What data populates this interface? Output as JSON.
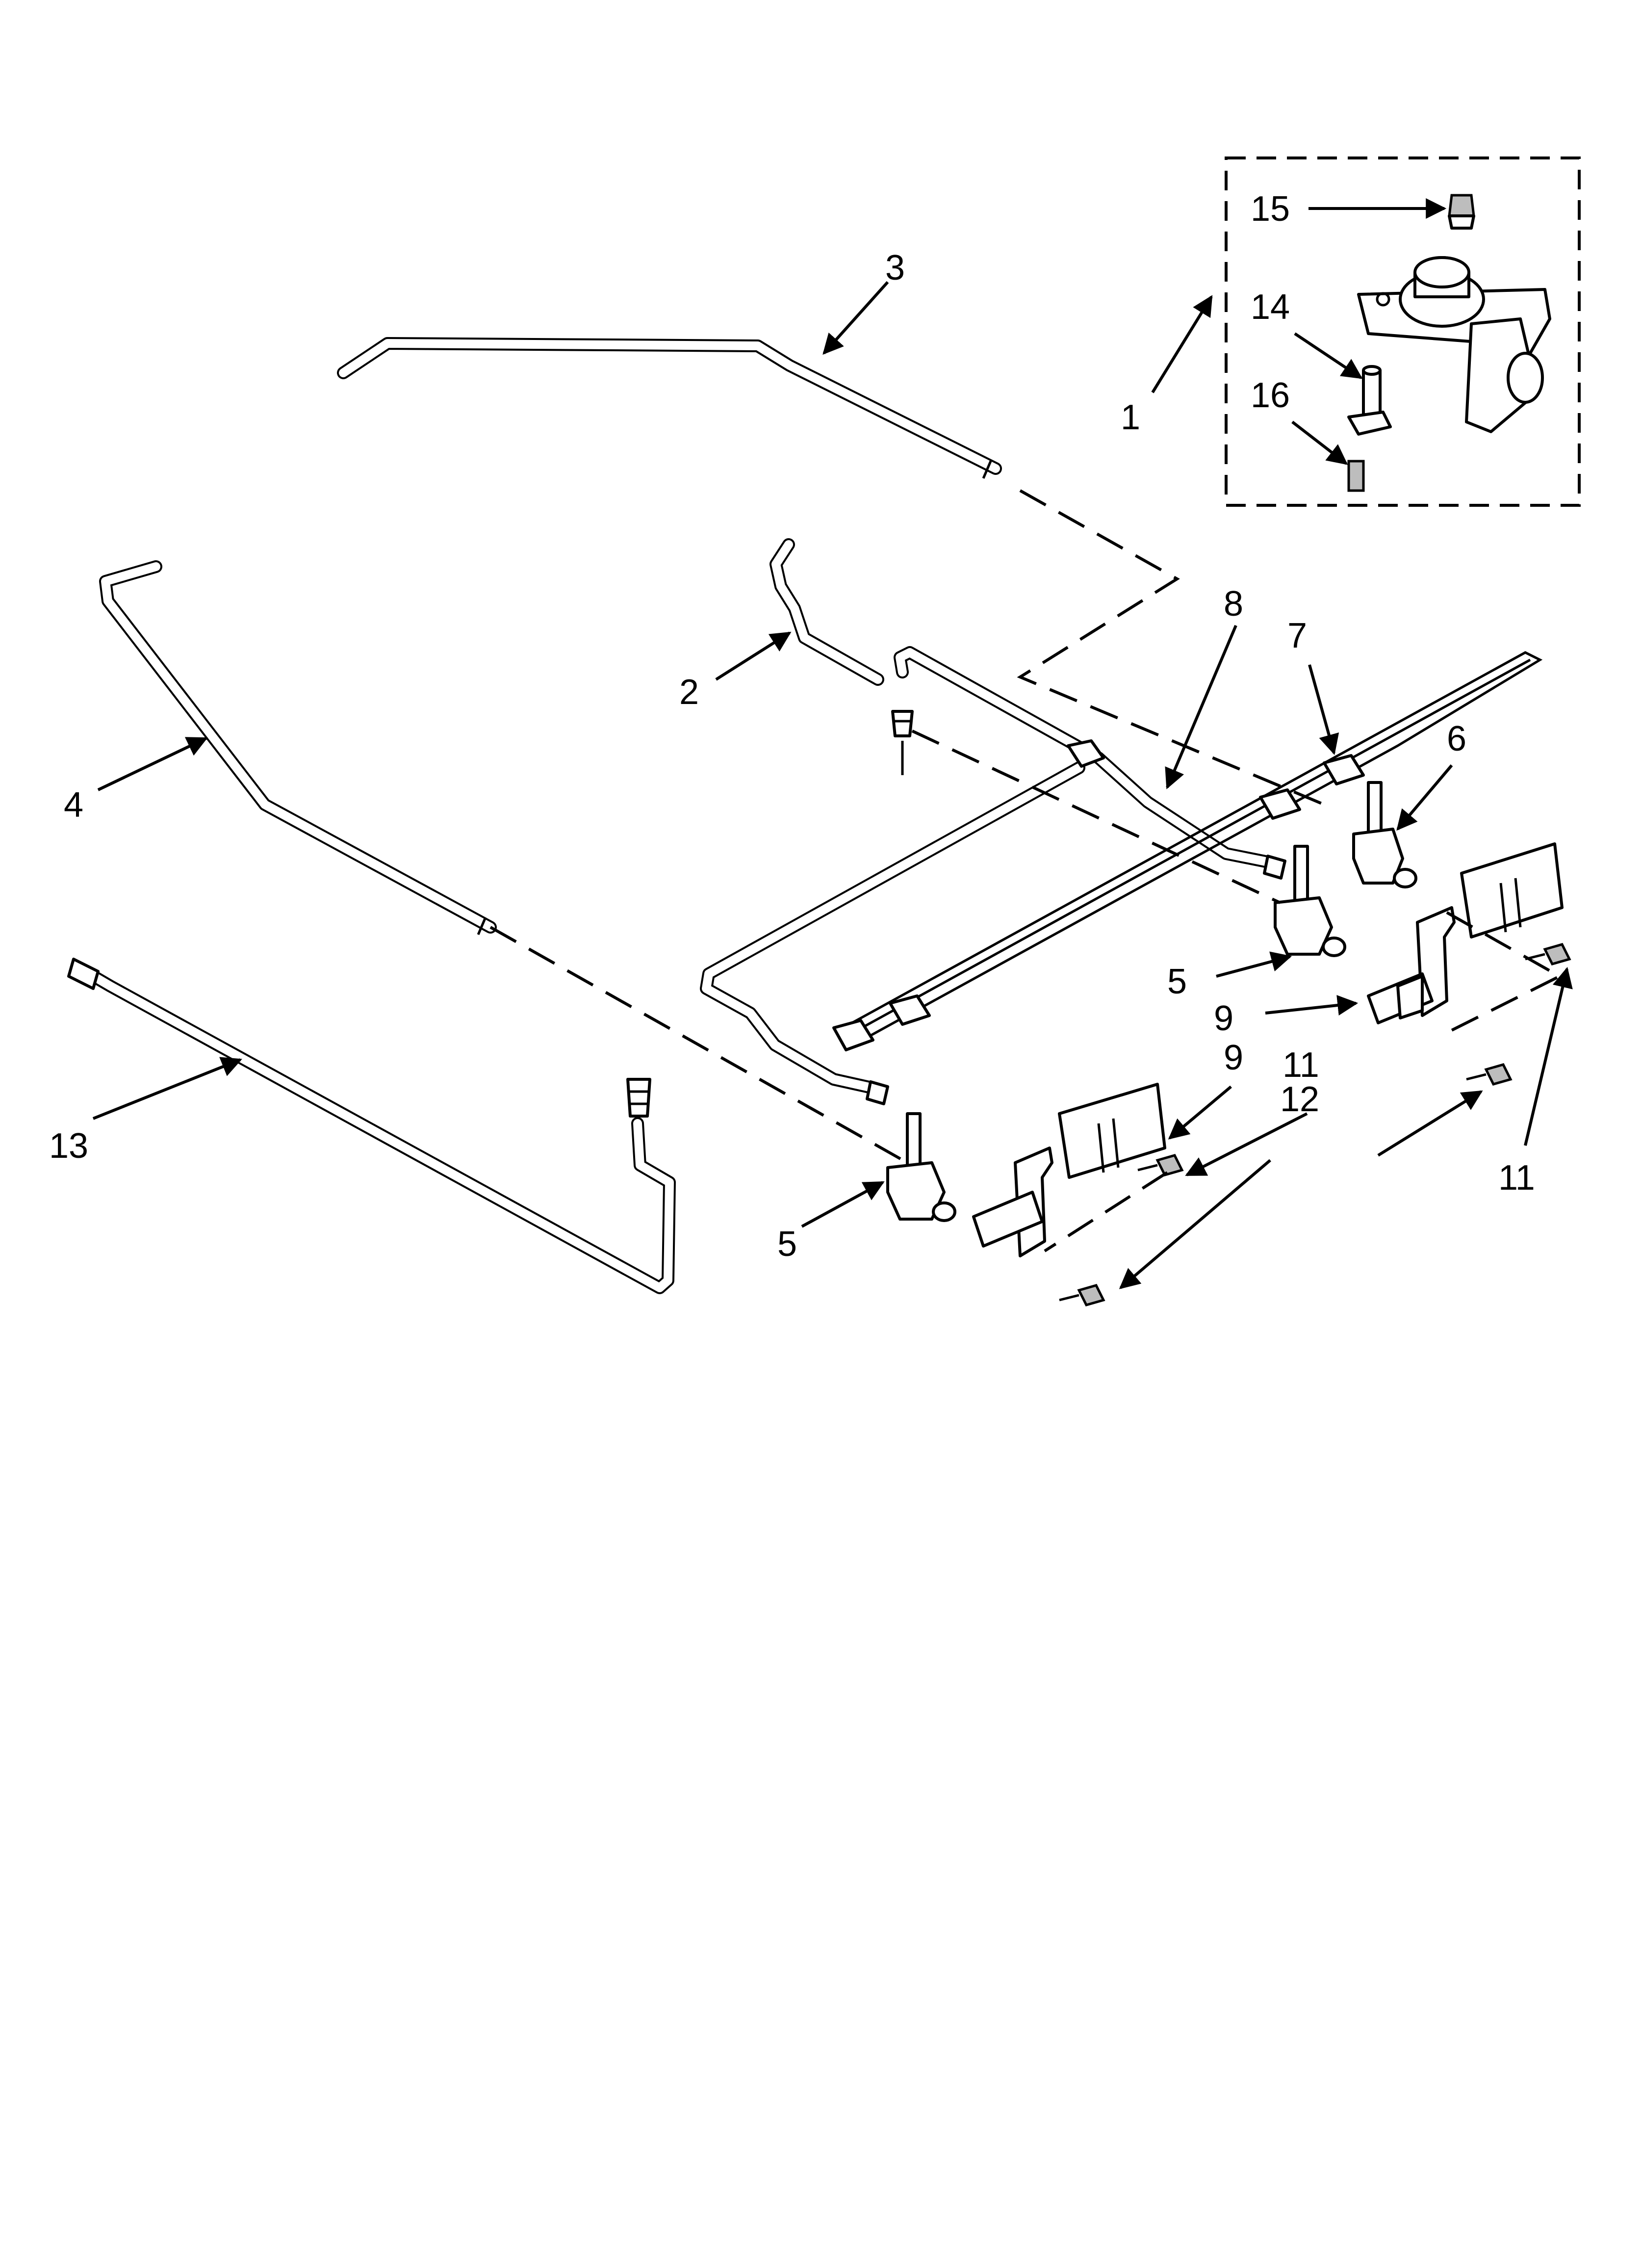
{
  "callouts": [
    {
      "id": "c3",
      "text": "3"
    },
    {
      "id": "c1",
      "text": "1"
    },
    {
      "id": "c15",
      "text": "15"
    },
    {
      "id": "c14",
      "text": "14"
    },
    {
      "id": "c16",
      "text": "16"
    },
    {
      "id": "c8",
      "text": "8"
    },
    {
      "id": "c7",
      "text": "7"
    },
    {
      "id": "c6",
      "text": "6"
    },
    {
      "id": "c2",
      "text": "2"
    },
    {
      "id": "c4",
      "text": "4"
    },
    {
      "id": "c5a",
      "text": "5"
    },
    {
      "id": "c9a",
      "text": "9"
    },
    {
      "id": "c9b",
      "text": "9"
    },
    {
      "id": "c11a",
      "text": "11"
    },
    {
      "id": "c12",
      "text": "12"
    },
    {
      "id": "c11b",
      "text": "11"
    },
    {
      "id": "c13",
      "text": "13"
    },
    {
      "id": "c5b",
      "text": "5"
    }
  ]
}
